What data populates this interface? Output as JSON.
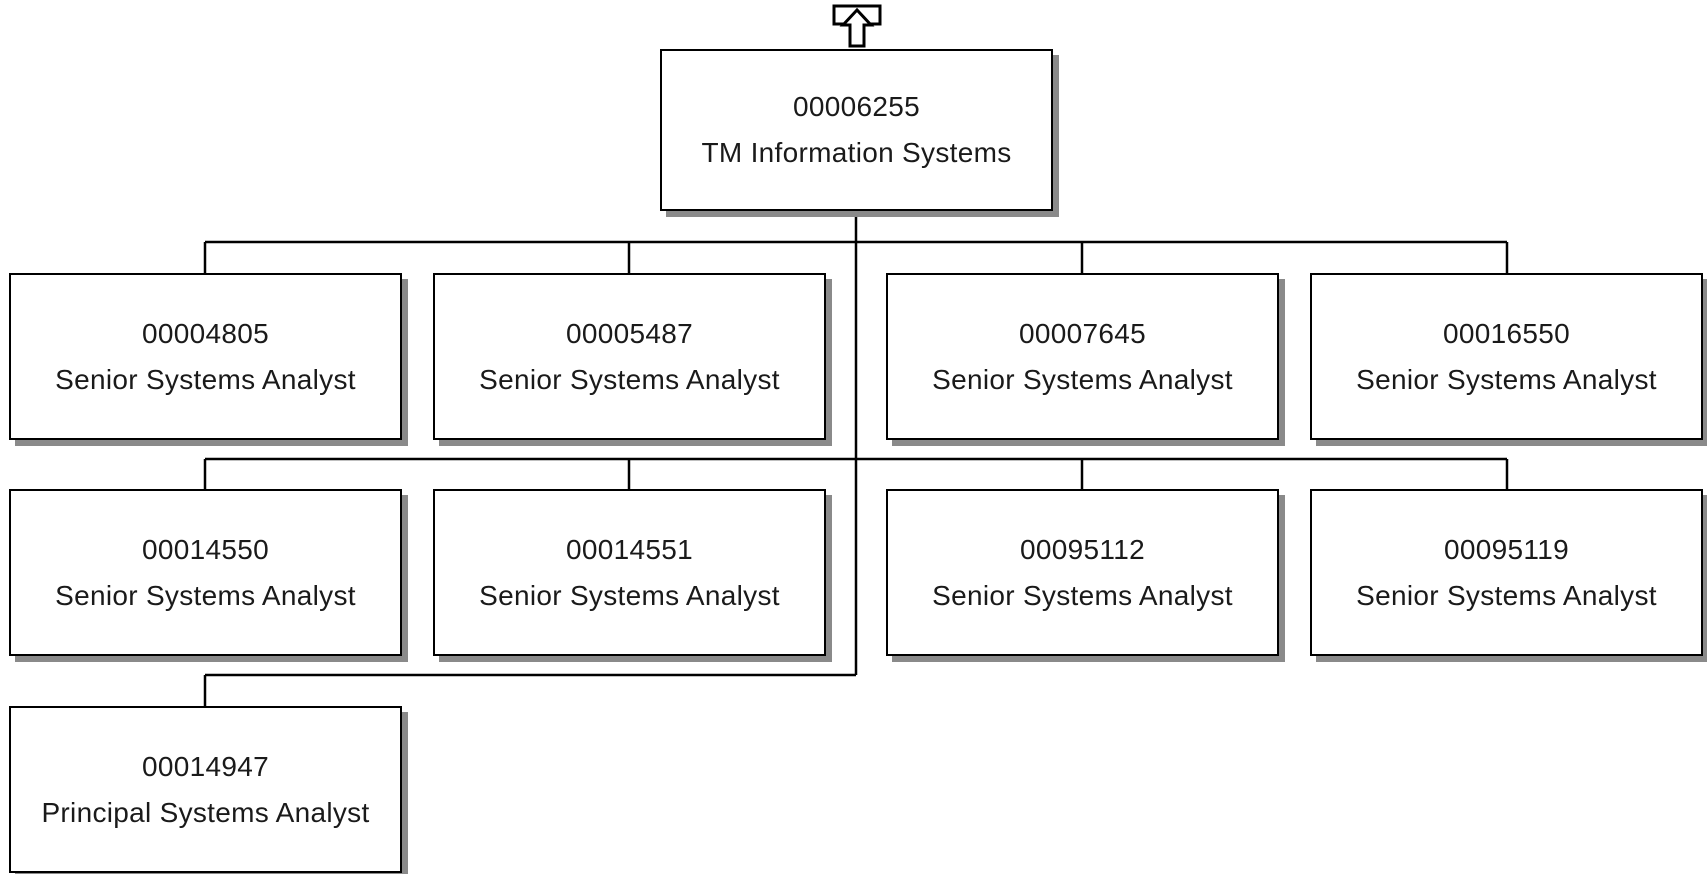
{
  "root": {
    "id": "00006255",
    "title": "TM Information Systems"
  },
  "nodes": [
    {
      "id": "00004805",
      "title": "Senior Systems Analyst"
    },
    {
      "id": "00005487",
      "title": "Senior Systems Analyst"
    },
    {
      "id": "00007645",
      "title": "Senior Systems Analyst"
    },
    {
      "id": "00016550",
      "title": "Senior Systems Analyst"
    },
    {
      "id": "00014550",
      "title": "Senior Systems Analyst"
    },
    {
      "id": "00014551",
      "title": "Senior Systems Analyst"
    },
    {
      "id": "00095112",
      "title": "Senior Systems Analyst"
    },
    {
      "id": "00095119",
      "title": "Senior Systems Analyst"
    },
    {
      "id": "00014947",
      "title": "Principal Systems Analyst"
    }
  ],
  "icons": {
    "navigate_up": "up-arrow-icon"
  }
}
